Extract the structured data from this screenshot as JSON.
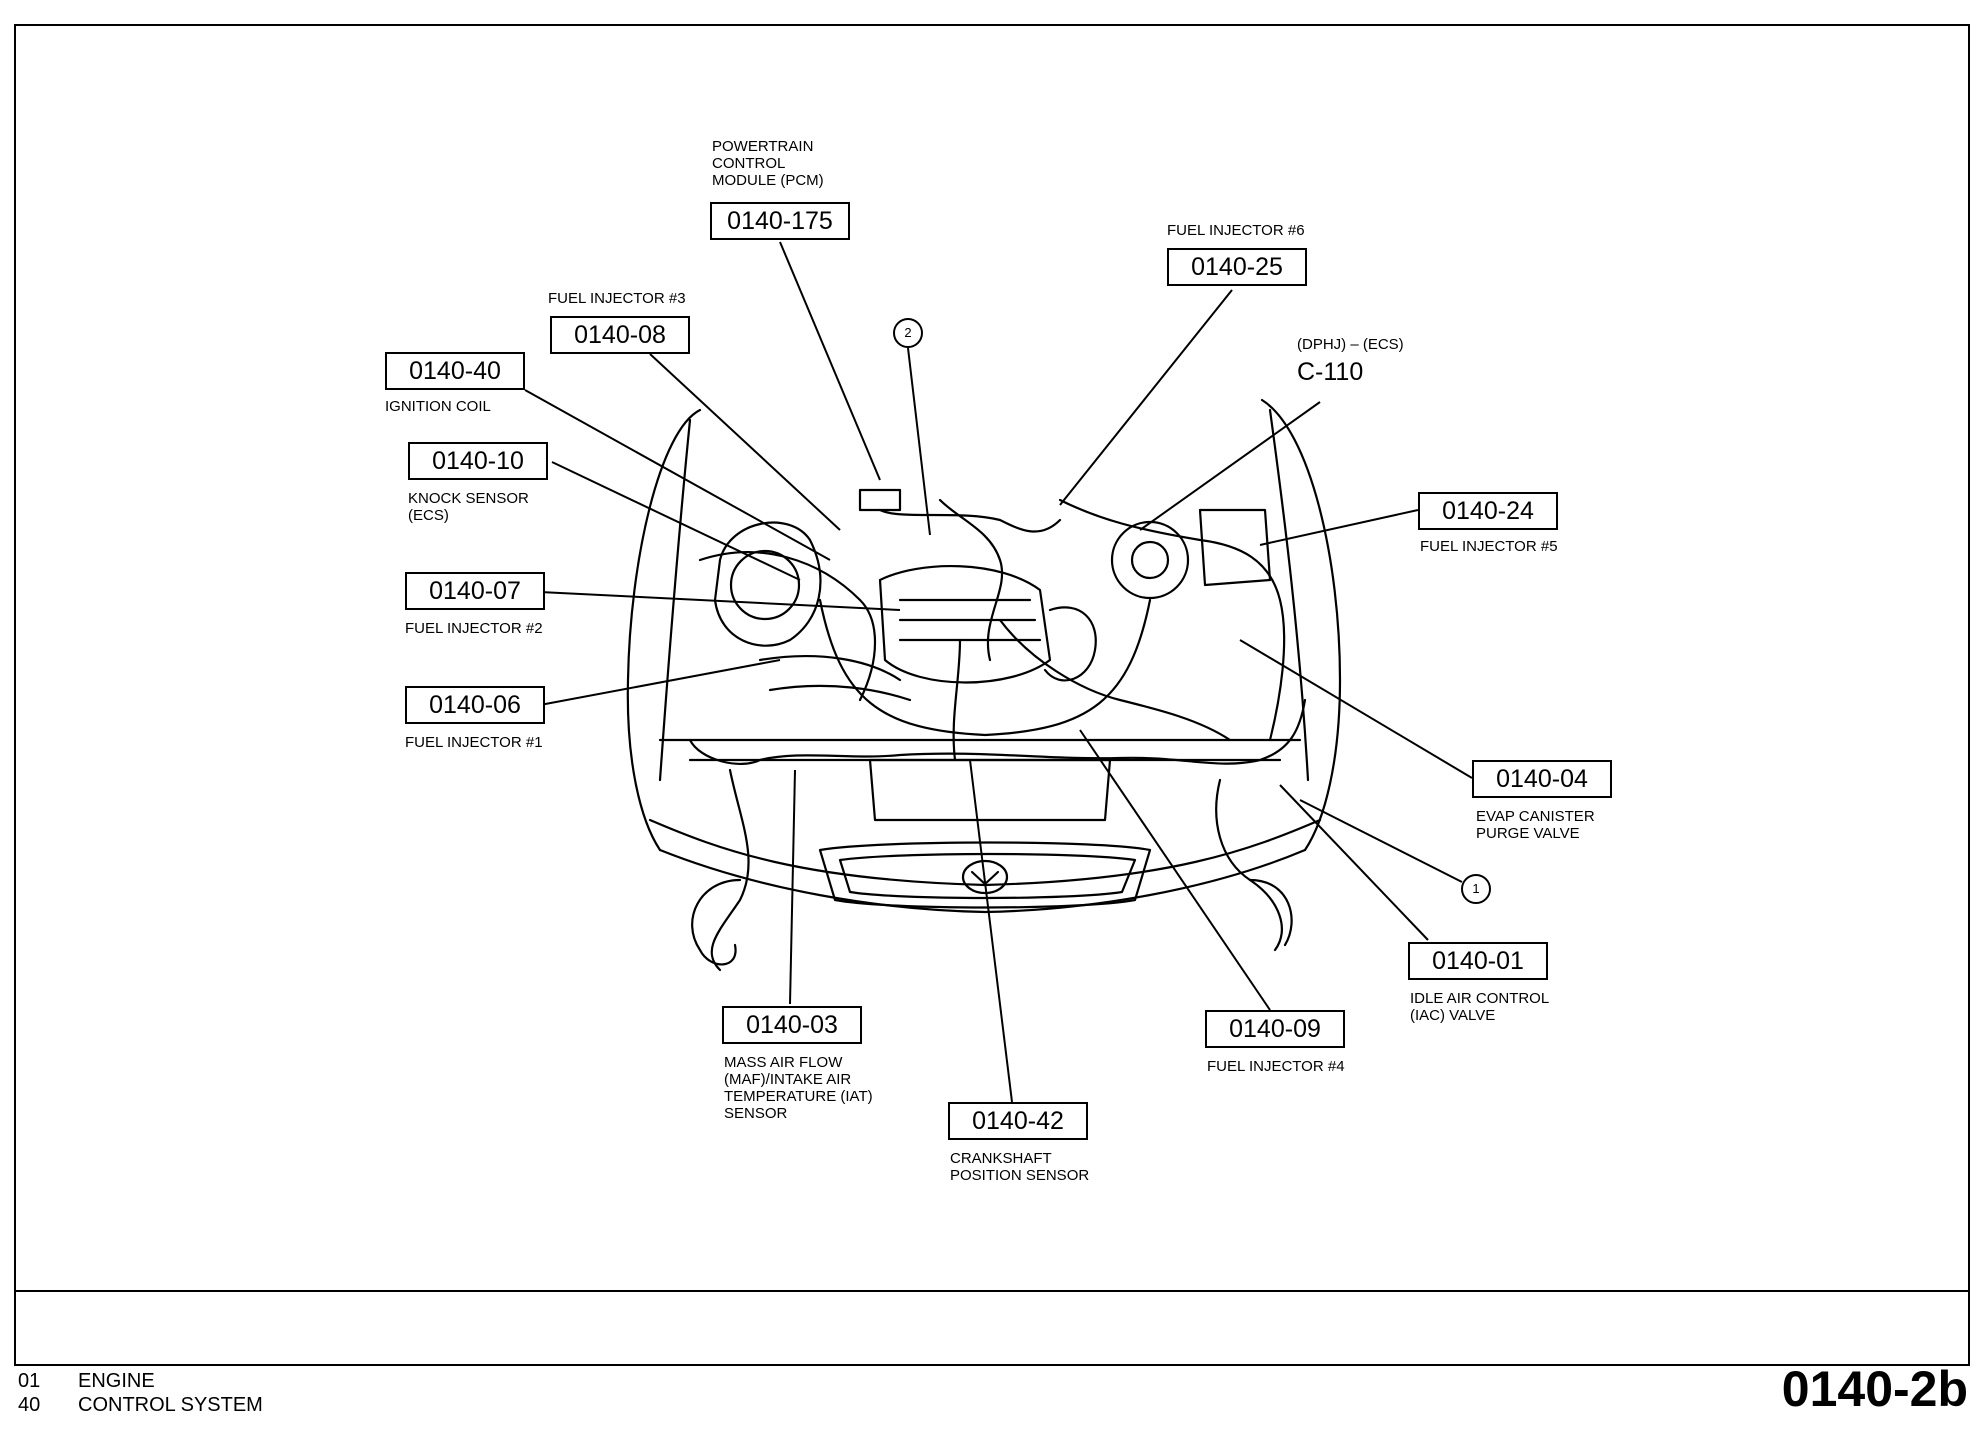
{
  "callouts": [
    {
      "code": "0140-175",
      "label": "POWERTRAIN\nCONTROL\nMODULE (PCM)"
    },
    {
      "code": "0140-25",
      "label": "FUEL INJECTOR #6"
    },
    {
      "code": "0140-08",
      "label": "FUEL INJECTOR #3"
    },
    {
      "code": "0140-40",
      "label": "IGNITION COIL"
    },
    {
      "code": "0140-10",
      "label": "KNOCK SENSOR\n(ECS)"
    },
    {
      "code": "0140-07",
      "label": "FUEL INJECTOR #2"
    },
    {
      "code": "0140-06",
      "label": "FUEL INJECTOR #1"
    },
    {
      "code": "0140-24",
      "label": "FUEL INJECTOR #5"
    },
    {
      "code": "0140-04",
      "label": "EVAP CANISTER\nPURGE VALVE"
    },
    {
      "code": "0140-01",
      "label": "IDLE AIR CONTROL\n(IAC) VALVE"
    },
    {
      "code": "0140-09",
      "label": "FUEL INJECTOR #4"
    },
    {
      "code": "0140-03",
      "label": "MASS AIR FLOW\n(MAF)/INTAKE AIR\nTEMPERATURE (IAT)\nSENSOR"
    },
    {
      "code": "0140-42",
      "label": "CRANKSHAFT\nPOSITION SENSOR"
    }
  ],
  "connector": {
    "label": "(DPHJ) – (ECS)",
    "code": "C-110"
  },
  "markers": [
    "2",
    "1"
  ],
  "footer": {
    "line1_num": "01",
    "line1_text": "ENGINE",
    "line2_num": "40",
    "line2_text": "CONTROL SYSTEM",
    "page": "0140-2b"
  }
}
